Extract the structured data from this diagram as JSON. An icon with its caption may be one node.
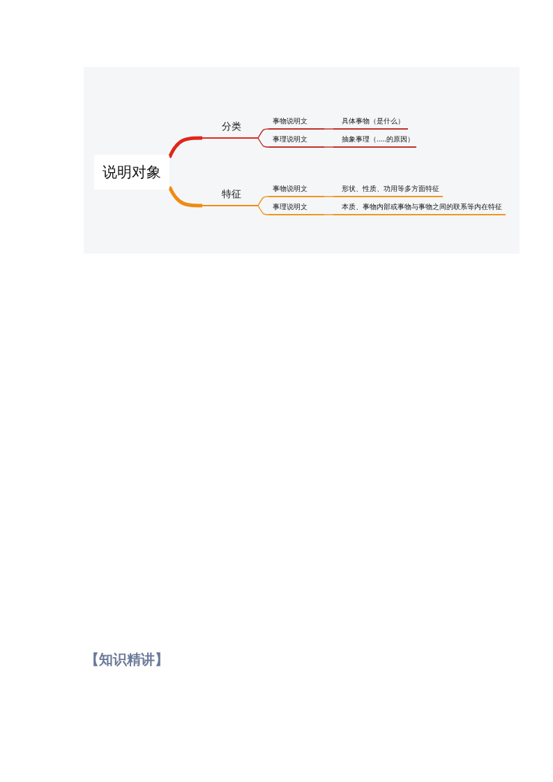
{
  "diagram": {
    "nodes": [
      {
        "text": [
          "说明对象"
        ]
      },
      {
        "text": [
          "分类"
        ]
      },
      {
        "text": [
          "事物说明文"
        ]
      },
      {
        "text": [
          "具体事物（是什么）"
        ]
      },
      {
        "text": [
          "事理说明文"
        ]
      },
      {
        "text": [
          "抽象事理（.....的原因）"
        ]
      },
      {
        "text": [
          "特征"
        ]
      },
      {
        "text": [
          "事物说明文"
        ]
      },
      {
        "text": [
          "形状、性质、功用等多方面特征"
        ]
      },
      {
        "text": [
          "事理说明文"
        ]
      },
      {
        "text": [
          "本质、事物内部或事物与事物之间的联系等内在特征"
        ]
      }
    ],
    "edges": [
      {
        "from": 0,
        "to": 1,
        "arrow": "none",
        "style": "thick",
        "color": "#e0261b"
      },
      {
        "from": 1,
        "to": 2,
        "arrow": "none",
        "color": "#c0302a"
      },
      {
        "from": 2,
        "to": 3,
        "arrow": "none",
        "color": "#c0302a"
      },
      {
        "from": 1,
        "to": 4,
        "arrow": "none",
        "color": "#c0302a"
      },
      {
        "from": 4,
        "to": 5,
        "arrow": "none",
        "color": "#c0302a"
      },
      {
        "from": 0,
        "to": 6,
        "arrow": "none",
        "style": "thick",
        "color": "#f08a12"
      },
      {
        "from": 6,
        "to": 7,
        "arrow": "none",
        "color": "#f0961e"
      },
      {
        "from": 7,
        "to": 8,
        "arrow": "none",
        "color": "#f0961e"
      },
      {
        "from": 6,
        "to": 9,
        "arrow": "none",
        "color": "#f0961e"
      },
      {
        "from": 9,
        "to": 10,
        "arrow": "none",
        "color": "#f0961e"
      }
    ],
    "labels": [
      "【知识精讲】"
    ]
  }
}
